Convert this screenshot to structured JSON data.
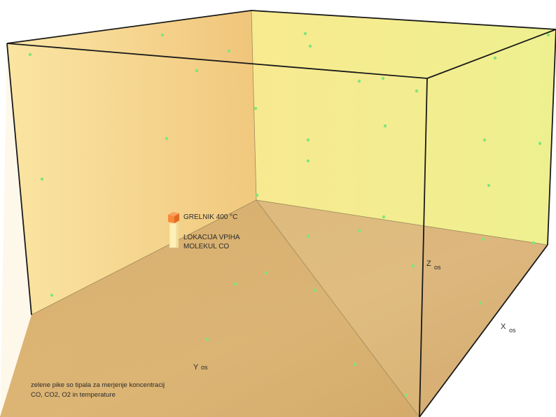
{
  "labels": {
    "heater": "GRELNIK 400 °C",
    "injection_line1": "LOKACIJA VPIHA",
    "injection_line2": "MOLEKUL CO",
    "z_axis": "Z",
    "z_axis_sub": "os",
    "x_axis": "X",
    "x_axis_sub": "os",
    "y_axis": "Y",
    "y_axis_sub": "os",
    "note_line1": "zelene pike so tipala za merjenje koncentracij",
    "note_line2": "CO, CO2, O2 in temperature"
  },
  "colors": {
    "floor": "#d8ad6c",
    "left_wall": "#f2cd84",
    "back_wall": "#f7ea8c",
    "edge": "#1a1a1a",
    "sensor": "#7fe67a",
    "heater_top": "#f78a3a",
    "heater_side": "#e06b1f",
    "injection_column": "#fff0b8"
  },
  "icons": {
    "sensor": "green-dot-sensor",
    "heater": "orange-cube-heater"
  }
}
